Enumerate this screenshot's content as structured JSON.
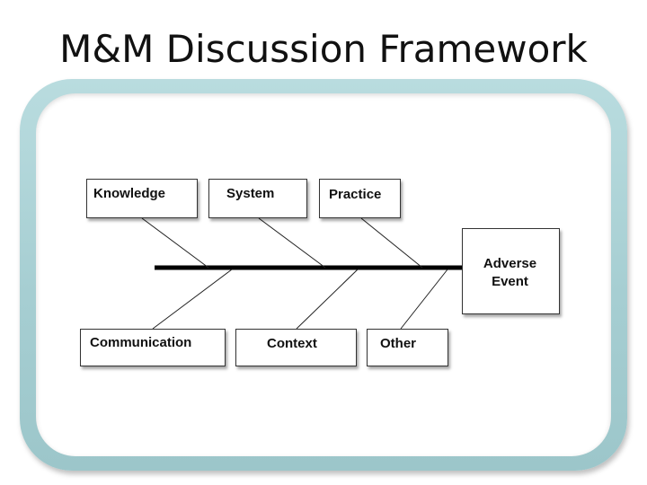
{
  "title": "M&M Discussion Framework",
  "effect": {
    "line1": "Adverse",
    "line2": "Event"
  },
  "causes_top": [
    "Knowledge",
    "System",
    "Practice"
  ],
  "causes_bottom": [
    "Communication",
    "Context",
    "Other"
  ]
}
